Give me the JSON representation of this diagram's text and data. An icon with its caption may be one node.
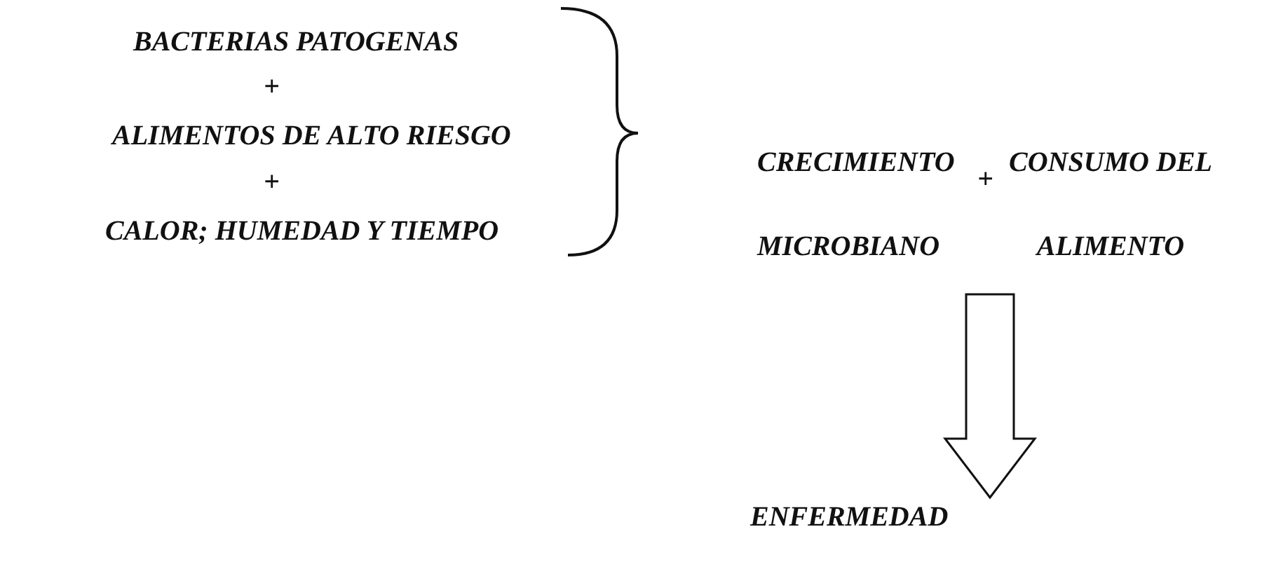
{
  "diagram": {
    "nodes": [
      {
        "text": [
          "BACTERIAS PATOGENAS"
        ]
      },
      {
        "text": [
          "ALIMENTOS DE ALTO RIESGO"
        ]
      },
      {
        "text": [
          "CALOR; HUMEDAD Y TIEMPO"
        ]
      },
      {
        "text": [
          "CRECIMIENTO MICROBIANO"
        ]
      },
      {
        "text": [
          "CONSUMO DEL ALIMENTO"
        ]
      },
      {
        "text": [
          "ENFERMEDAD"
        ]
      }
    ],
    "edges": [
      {
        "from": 3,
        "to": 5,
        "arrow": "to"
      },
      {
        "from": 4,
        "to": 5,
        "arrow": "to"
      }
    ],
    "labels": [
      "+",
      "+",
      "+"
    ]
  }
}
